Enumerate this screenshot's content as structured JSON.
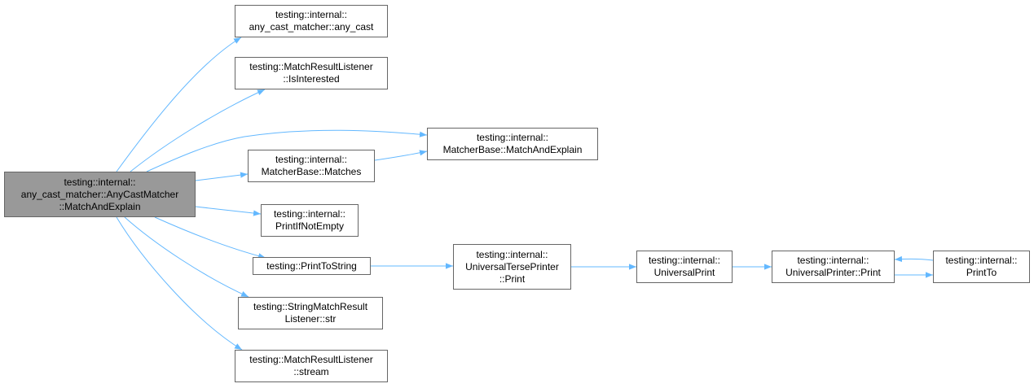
{
  "colors": {
    "edge": "#63b8ff",
    "node_border": "#666666",
    "root_fill": "#999999",
    "node_fill": "#ffffff"
  },
  "nodes": [
    {
      "id": "root",
      "lines": [
        "testing::internal::",
        "any_cast_matcher::AnyCastMatcher",
        "::MatchAndExplain"
      ]
    },
    {
      "id": "any_cast",
      "lines": [
        "testing::internal::",
        "any_cast_matcher::any_cast"
      ]
    },
    {
      "id": "is_interested",
      "lines": [
        "testing::MatchResultListener",
        "::IsInterested"
      ]
    },
    {
      "id": "mb_match_and_explain",
      "lines": [
        "testing::internal::",
        "MatcherBase::MatchAndExplain"
      ]
    },
    {
      "id": "mb_matches",
      "lines": [
        "testing::internal::",
        "MatcherBase::Matches"
      ]
    },
    {
      "id": "print_if_not_empty",
      "lines": [
        "testing::internal::",
        "PrintIfNotEmpty"
      ]
    },
    {
      "id": "print_to_string",
      "lines": [
        "testing::PrintToString"
      ]
    },
    {
      "id": "string_listener_str",
      "lines": [
        "testing::StringMatchResult",
        "Listener::str"
      ]
    },
    {
      "id": "listener_stream",
      "lines": [
        "testing::MatchResultListener",
        "::stream"
      ]
    },
    {
      "id": "universal_terse_printer",
      "lines": [
        "testing::internal::",
        "UniversalTersePrinter",
        "::Print"
      ]
    },
    {
      "id": "universal_print",
      "lines": [
        "testing::internal::",
        "UniversalPrint"
      ]
    },
    {
      "id": "universal_printer_print",
      "lines": [
        "testing::internal::",
        "UniversalPrinter::Print"
      ]
    },
    {
      "id": "print_to",
      "lines": [
        "testing::internal::",
        "PrintTo"
      ]
    }
  ],
  "edges": [
    [
      "root",
      "any_cast"
    ],
    [
      "root",
      "is_interested"
    ],
    [
      "root",
      "mb_match_and_explain"
    ],
    [
      "root",
      "mb_matches"
    ],
    [
      "root",
      "print_if_not_empty"
    ],
    [
      "root",
      "print_to_string"
    ],
    [
      "root",
      "string_listener_str"
    ],
    [
      "root",
      "listener_stream"
    ],
    [
      "mb_matches",
      "mb_match_and_explain"
    ],
    [
      "print_to_string",
      "universal_terse_printer"
    ],
    [
      "universal_terse_printer",
      "universal_print"
    ],
    [
      "universal_print",
      "universal_printer_print"
    ],
    [
      "universal_printer_print",
      "print_to"
    ],
    [
      "print_to",
      "universal_printer_print"
    ]
  ]
}
